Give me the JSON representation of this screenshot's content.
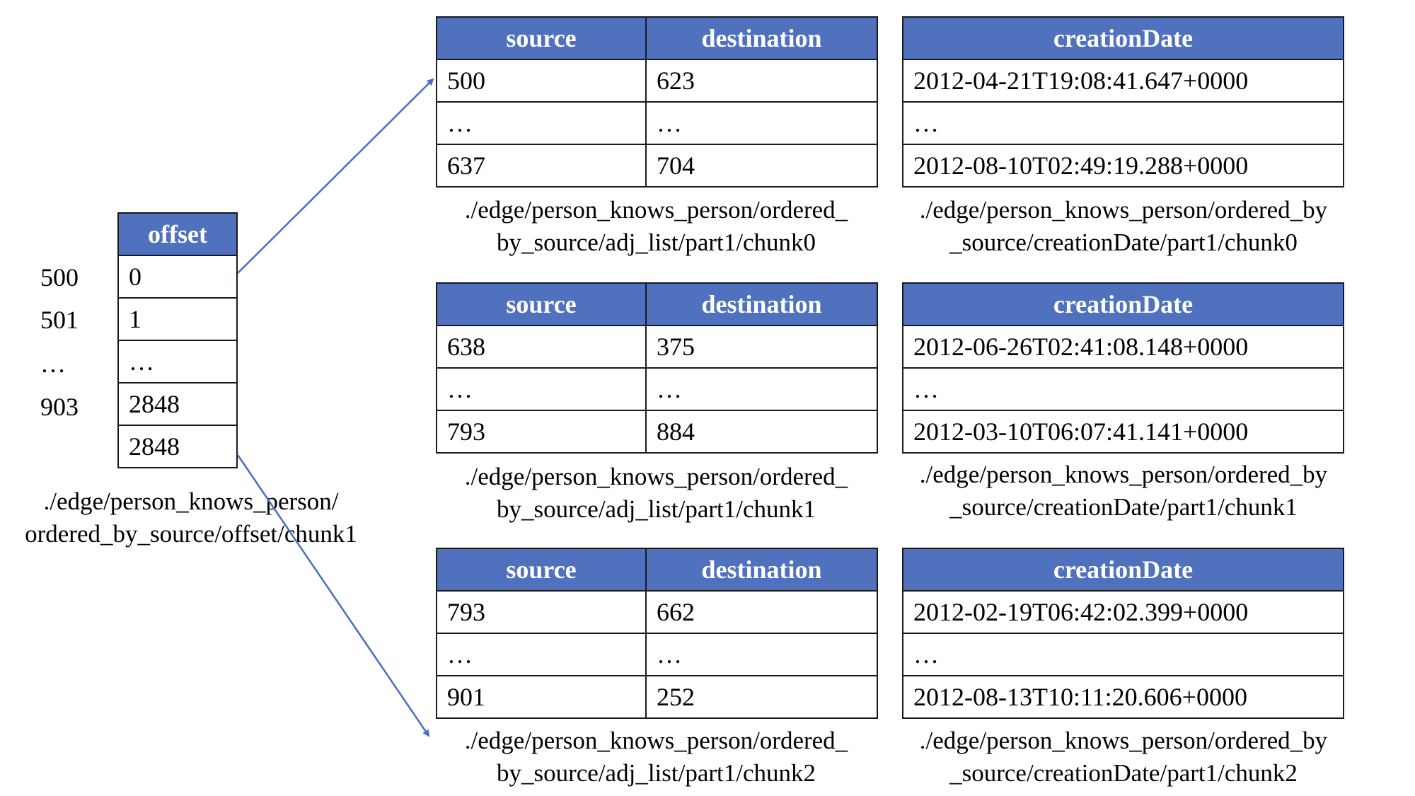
{
  "offset_table": {
    "header": "offset",
    "row_keys": [
      "500",
      "501",
      "…",
      "903"
    ],
    "values": [
      "0",
      "1",
      "…",
      "2848",
      "2848"
    ],
    "caption_line1": "./edge/person_knows_person/",
    "caption_line2": "ordered_by_source/offset/chunk1"
  },
  "chunks": [
    {
      "adj_headers": [
        "source",
        "destination"
      ],
      "adj_rows": [
        [
          "500",
          "623"
        ],
        [
          "…",
          "…"
        ],
        [
          "637",
          "704"
        ]
      ],
      "adj_caption_line1": "./edge/person_knows_person/ordered_",
      "adj_caption_line2": "by_source/adj_list/part1/chunk0",
      "date_header": "creationDate",
      "date_rows": [
        "2012-04-21T19:08:41.647+0000",
        "…",
        "2012-08-10T02:49:19.288+0000"
      ],
      "date_caption_line1": "./edge/person_knows_person/ordered_by",
      "date_caption_line2": "_source/creationDate/part1/chunk0"
    },
    {
      "adj_headers": [
        "source",
        "destination"
      ],
      "adj_rows": [
        [
          "638",
          "375"
        ],
        [
          "…",
          "…"
        ],
        [
          "793",
          "884"
        ]
      ],
      "adj_caption_line1": "./edge/person_knows_person/ordered_",
      "adj_caption_line2": "by_source/adj_list/part1/chunk1",
      "date_header": "creationDate",
      "date_rows": [
        "2012-06-26T02:41:08.148+0000",
        "…",
        "2012-03-10T06:07:41.141+0000"
      ],
      "date_caption_line1": "./edge/person_knows_person/ordered_by",
      "date_caption_line2": "_source/creationDate/part1/chunk1"
    },
    {
      "adj_headers": [
        "source",
        "destination"
      ],
      "adj_rows": [
        [
          "793",
          "662"
        ],
        [
          "…",
          "…"
        ],
        [
          "901",
          "252"
        ]
      ],
      "adj_caption_line1": "./edge/person_knows_person/ordered_",
      "adj_caption_line2": "by_source/adj_list/part1/chunk2",
      "date_header": "creationDate",
      "date_rows": [
        "2012-02-19T06:42:02.399+0000",
        "…",
        "2012-08-13T10:11:20.606+0000"
      ],
      "date_caption_line1": "./edge/person_knows_person/ordered_by",
      "date_caption_line2": "_source/creationDate/part1/chunk2"
    }
  ],
  "colors": {
    "header_fill": "#4f71be",
    "arrow": "#4a6cc4"
  }
}
